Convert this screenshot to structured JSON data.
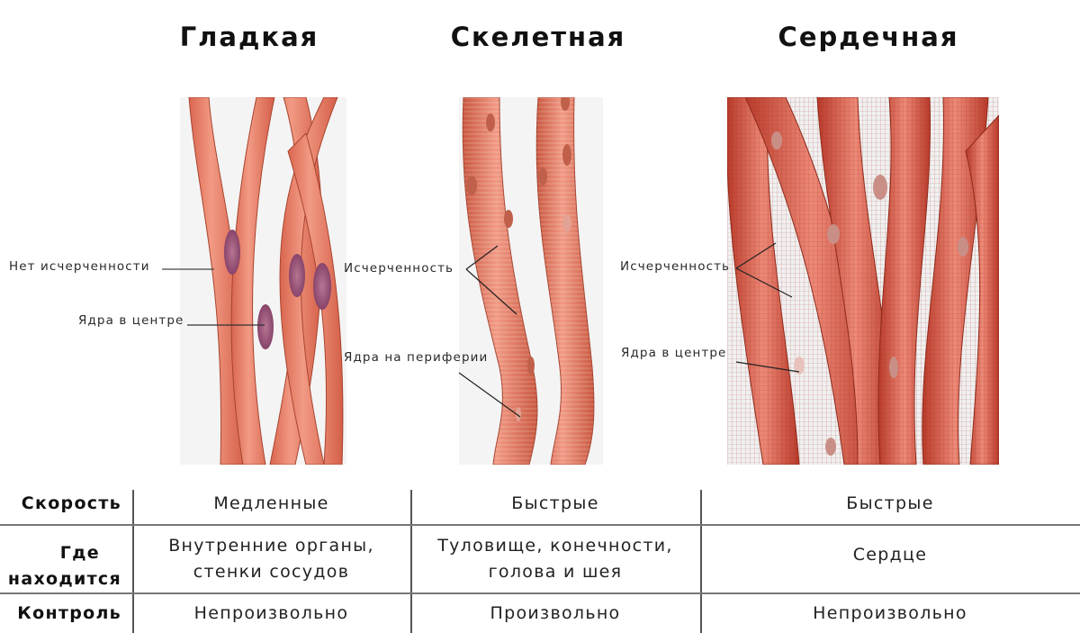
{
  "titles": {
    "smooth": "Гладкая",
    "skeletal": "Скелетная",
    "cardiac": "Сердечная"
  },
  "annotations": {
    "smooth": {
      "no_striation": "Нет исчерченности",
      "nuclei": "Ядра в центре"
    },
    "skeletal": {
      "striation": "Исчерченность",
      "nuclei": "Ядра на периферии"
    },
    "cardiac": {
      "striation": "Исчерченность",
      "nuclei": "Ядра в центре"
    }
  },
  "table": {
    "rows": [
      {
        "header": "Скорость",
        "smooth": "Медленные",
        "skeletal": "Быстрые",
        "cardiac": "Быстрые"
      },
      {
        "header_line1": "Где",
        "header_line2": "находится",
        "smooth_line1": "Внутренние органы,",
        "smooth_line2": "стенки сосудов",
        "skeletal_line1": "Туловище, конечности,",
        "skeletal_line2": "голова и шея",
        "cardiac": "Сердце"
      },
      {
        "header": "Контроль",
        "smooth": "Непроизвольно",
        "skeletal": "Произвольно",
        "cardiac": "Непроизвольно"
      }
    ]
  },
  "colors": {
    "smooth_fiber": "#e8806a",
    "smooth_nucleus": "#9a4a72",
    "skeletal_fiber": "#e07a63",
    "cardiac_fiber": "#d9503c",
    "grid_line": "#777777"
  }
}
